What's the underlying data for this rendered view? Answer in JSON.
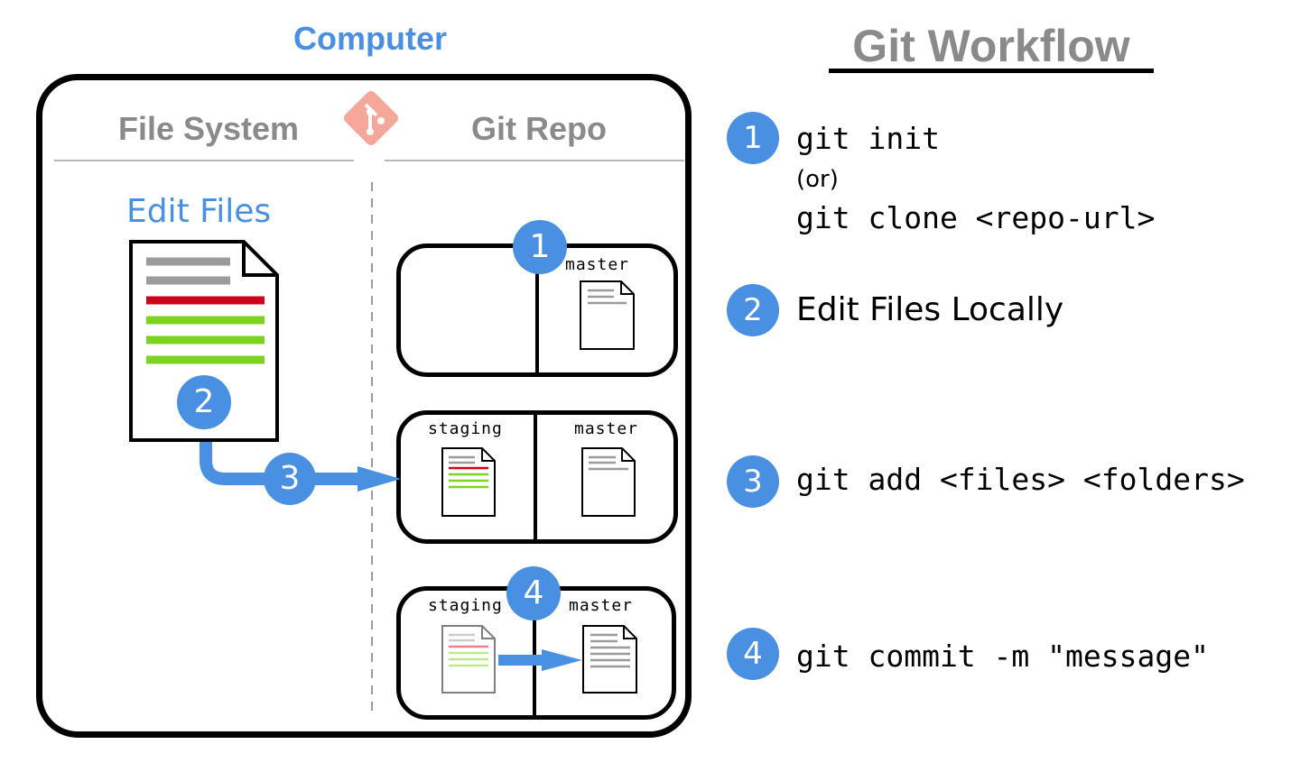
{
  "computer": {
    "title": "Computer",
    "file_system_title": "File System",
    "git_repo_title": "Git Repo",
    "edit_files_label": "Edit Files",
    "repo_boxes": [
      {
        "step": "1",
        "left_label": "",
        "right_label": "master"
      },
      {
        "step": "",
        "left_label": "staging",
        "right_label": "master"
      },
      {
        "step": "4",
        "left_label": "staging",
        "right_label": "master"
      }
    ],
    "file_step": "2",
    "arrow_step": "3"
  },
  "workflow": {
    "title": "Git Workflow",
    "steps": [
      {
        "number": "1",
        "command": "git init",
        "alt_label": "(or)",
        "alt_command": "git clone <repo-url>"
      },
      {
        "number": "2",
        "text": "Edit Files Locally"
      },
      {
        "number": "3",
        "command": "git add <files> <folders>"
      },
      {
        "number": "4",
        "command": "git commit -m \"message\""
      }
    ]
  },
  "colors": {
    "accent_blue": "#4a90e2",
    "git_logo": "#f5a89a",
    "line_gray": "#9b9b9b",
    "line_red": "#d0021b",
    "line_green": "#7ed321"
  },
  "icons": [
    "git-logo-icon",
    "document-icon",
    "arrow-right-icon"
  ]
}
